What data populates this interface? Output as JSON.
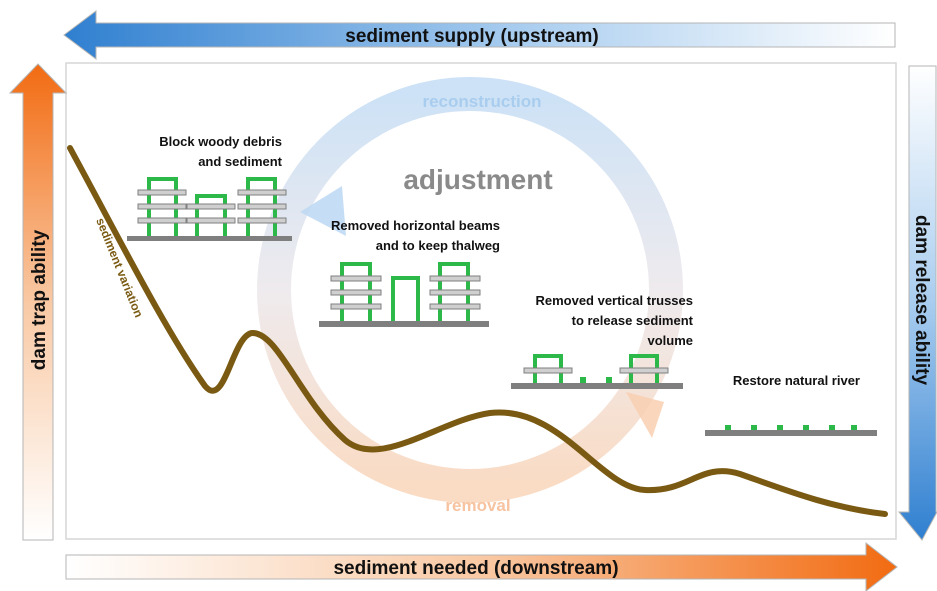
{
  "arrows": {
    "top": "sediment supply (upstream)",
    "bottom": "sediment needed (downstream)",
    "left": "dam trap ability",
    "right": "dam release ability"
  },
  "cycle": {
    "center": "adjustment",
    "top": "reconstruction",
    "bottom": "removal"
  },
  "curve_label": "sediment variation",
  "stages": [
    {
      "line1": "Block woody debris",
      "line2": "and sediment"
    },
    {
      "line1": "Removed horizontal beams",
      "line2": "and to keep thalweg"
    },
    {
      "line1": "Removed vertical trusses",
      "line2": "to release sediment",
      "line3": "volume"
    },
    {
      "line1": "Restore natural river"
    }
  ],
  "colors": {
    "orange": "#f47b20",
    "blue": "#3f8fd6",
    "curve": "#7a5a12",
    "green": "#2db84a",
    "gray": "#7f7f7f"
  }
}
